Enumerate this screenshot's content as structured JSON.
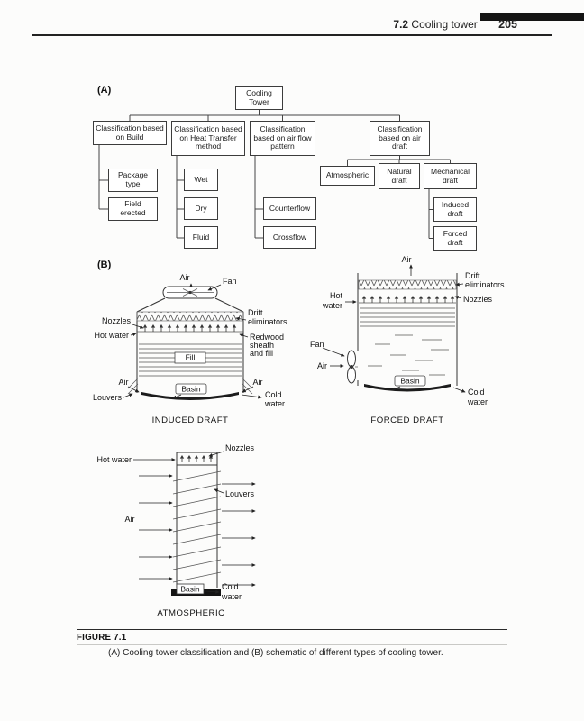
{
  "header": {
    "section": "7.2",
    "title": "Cooling tower",
    "page_number": "205"
  },
  "panel_a": "(A)",
  "panel_b": "(B)",
  "tree": {
    "root": "Cooling Tower",
    "branches": [
      "Classification based on Build",
      "Classification based on Heat Transfer method",
      "Classification based on air flow pattern",
      "Classification based on air draft"
    ],
    "build": [
      "Package type",
      "Field erected"
    ],
    "heat": [
      "Wet",
      "Dry",
      "Fluid"
    ],
    "flow": [
      "Counterflow",
      "Crossflow"
    ],
    "draft": [
      "Atmospheric",
      "Natural draft",
      "Mechanical draft"
    ],
    "mechanical": [
      "Induced draft",
      "Forced draft"
    ]
  },
  "induced": {
    "title": "INDUCED DRAFT",
    "labels": {
      "air_top": "Air",
      "fan": "Fan",
      "nozzles": "Nozzles",
      "hot_water": "Hot water",
      "drift": [
        "Drift",
        "eliminators"
      ],
      "redwood": [
        "Redwood",
        "sheath",
        "and fill"
      ],
      "fill": "Fill",
      "air_left": "Air",
      "air_right": "Air",
      "louvers": "Louvers",
      "basin": "Basin",
      "cold": [
        "Cold",
        "water"
      ]
    }
  },
  "forced": {
    "title": "FORCED DRAFT",
    "labels": {
      "air_top": "Air",
      "drift": [
        "Drift",
        "eliminators"
      ],
      "nozzles": "Nozzles",
      "hot": [
        "Hot",
        "water"
      ],
      "fan": "Fan",
      "air": "Air",
      "basin": "Basin",
      "cold": [
        "Cold",
        "water"
      ]
    }
  },
  "atmospheric": {
    "title": "ATMOSPHERIC",
    "labels": {
      "nozzles": "Nozzles",
      "hot_water": "Hot water",
      "louvers": "Louvers",
      "air": "Air",
      "basin": "Basin",
      "cold": [
        "Cold",
        "water"
      ]
    }
  },
  "figure": {
    "label": "FIGURE 7.1",
    "caption": "(A) Cooling tower classification and (B) schematic of different types of cooling tower."
  }
}
